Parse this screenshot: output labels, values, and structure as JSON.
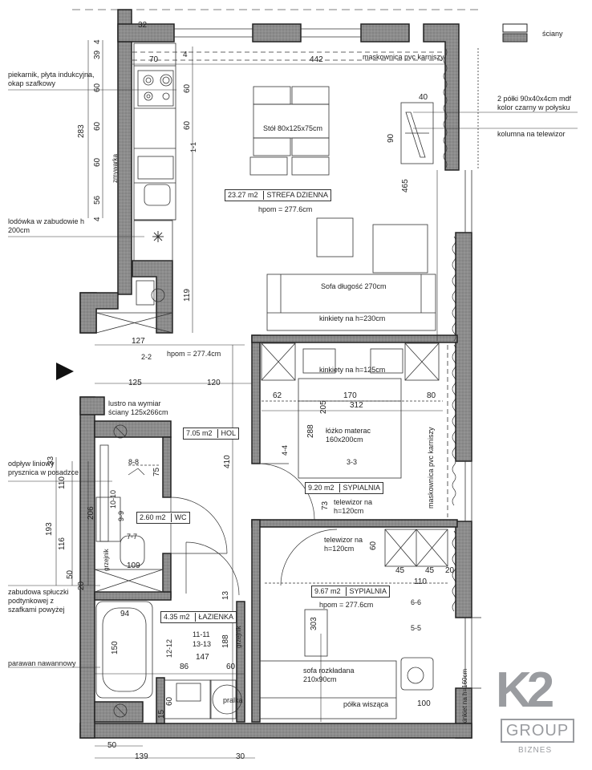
{
  "legend": {
    "walls_label": "ściany"
  },
  "rooms": {
    "living": {
      "area": "23.27 m2",
      "name": "STREFA DZIENNA",
      "height": "hpom = 277.6cm"
    },
    "hall": {
      "area": "7.05 m2",
      "name": "HOL",
      "height": "hpom = 277.4cm"
    },
    "bedroom1": {
      "area": "9.20 m2",
      "name": "SYPIALNIA"
    },
    "bedroom2": {
      "area": "9.67 m2",
      "name": "SYPIALNIA",
      "height": "hpom = 277.6cm"
    },
    "wc": {
      "area": "2.60 m2",
      "name": "WC"
    },
    "bathroom": {
      "area": "4.35 m2",
      "name": "ŁAZIENKA"
    }
  },
  "notes": {
    "oven": "piekarnik, płyta indukcyjna, okap szafkowy",
    "fridge": "lodówka w zabudowie h 200cm",
    "drain": "odpływ liniowy prysznica w posadzce",
    "wc_frame": "zabudowa spłuczki podtynkowej z szafkami powyżej",
    "screen": "parawan nawannowy",
    "shelves": "2 półki 90x40x4cm mdf kolor czarny w połysku",
    "tv_column": "kolumna na telewizor",
    "valance_top": "maskownica pvc karniszy",
    "valance_side": "maskownica pvc karniszy",
    "mirror": "lustro na wymiar ściany 125x266cm",
    "table": "Stół 80x125x75cm",
    "sofa": "Sofa długość 270cm",
    "sconce1": "kinkiety na h=230cm",
    "sconce2": "kinkiety na h=125cm",
    "bed": "łóżko materac 160x200cm",
    "tv1": "telewizor na h=120cm",
    "tv2": "telewizor na h=120cm",
    "sofabed": "sofa rozkładana 210x90cm",
    "hanging_shelf": "półka wisząca",
    "sconce3": "kinkiet na h=160cm",
    "dishwasher": "zmywarka",
    "heater1": "grzejnik",
    "heater2": "grzejnik",
    "washer": "pralka"
  },
  "sections": [
    "1-1",
    "2-2",
    "4-4",
    "3-3",
    "8-8",
    "9-9",
    "7-7",
    "10-10",
    "6-6",
    "5-5",
    "11-11",
    "13-13",
    "12-12"
  ],
  "dims": {
    "d32": "32",
    "d70": "70",
    "d442": "442",
    "d39": "39",
    "d4a": "4",
    "d4b": "4",
    "d4c": "4",
    "d60a": "60",
    "d60b": "60",
    "d60c": "60",
    "d60d": "60",
    "d60e": "60",
    "d283": "283",
    "d56": "56",
    "d119": "119",
    "d127": "127",
    "d125": "125",
    "d120": "120",
    "d40": "40",
    "d90": "90",
    "d465": "465",
    "d62": "62",
    "d170": "170",
    "d80": "80",
    "d312": "312",
    "d205": "205",
    "d288": "288",
    "d410": "410",
    "d73": "73",
    "d60f": "60",
    "d45a": "45",
    "d45b": "45",
    "d110a": "110",
    "d20": "20",
    "d303": "303",
    "d100": "100",
    "d33": "33",
    "d75": "75",
    "d110b": "110",
    "d206": "206",
    "d193": "193",
    "d116": "116",
    "d109": "109",
    "d50a": "50",
    "d20b": "20",
    "d13": "13",
    "d94": "94",
    "d150": "150",
    "d188": "188",
    "d147": "147",
    "d86": "86",
    "d60g": "60",
    "d60h": "60",
    "d15": "15",
    "d50b": "50",
    "d139": "139",
    "d30": "30"
  },
  "logo": {
    "mark": "K2",
    "group": "GROUP",
    "sub": "BIZNES"
  }
}
